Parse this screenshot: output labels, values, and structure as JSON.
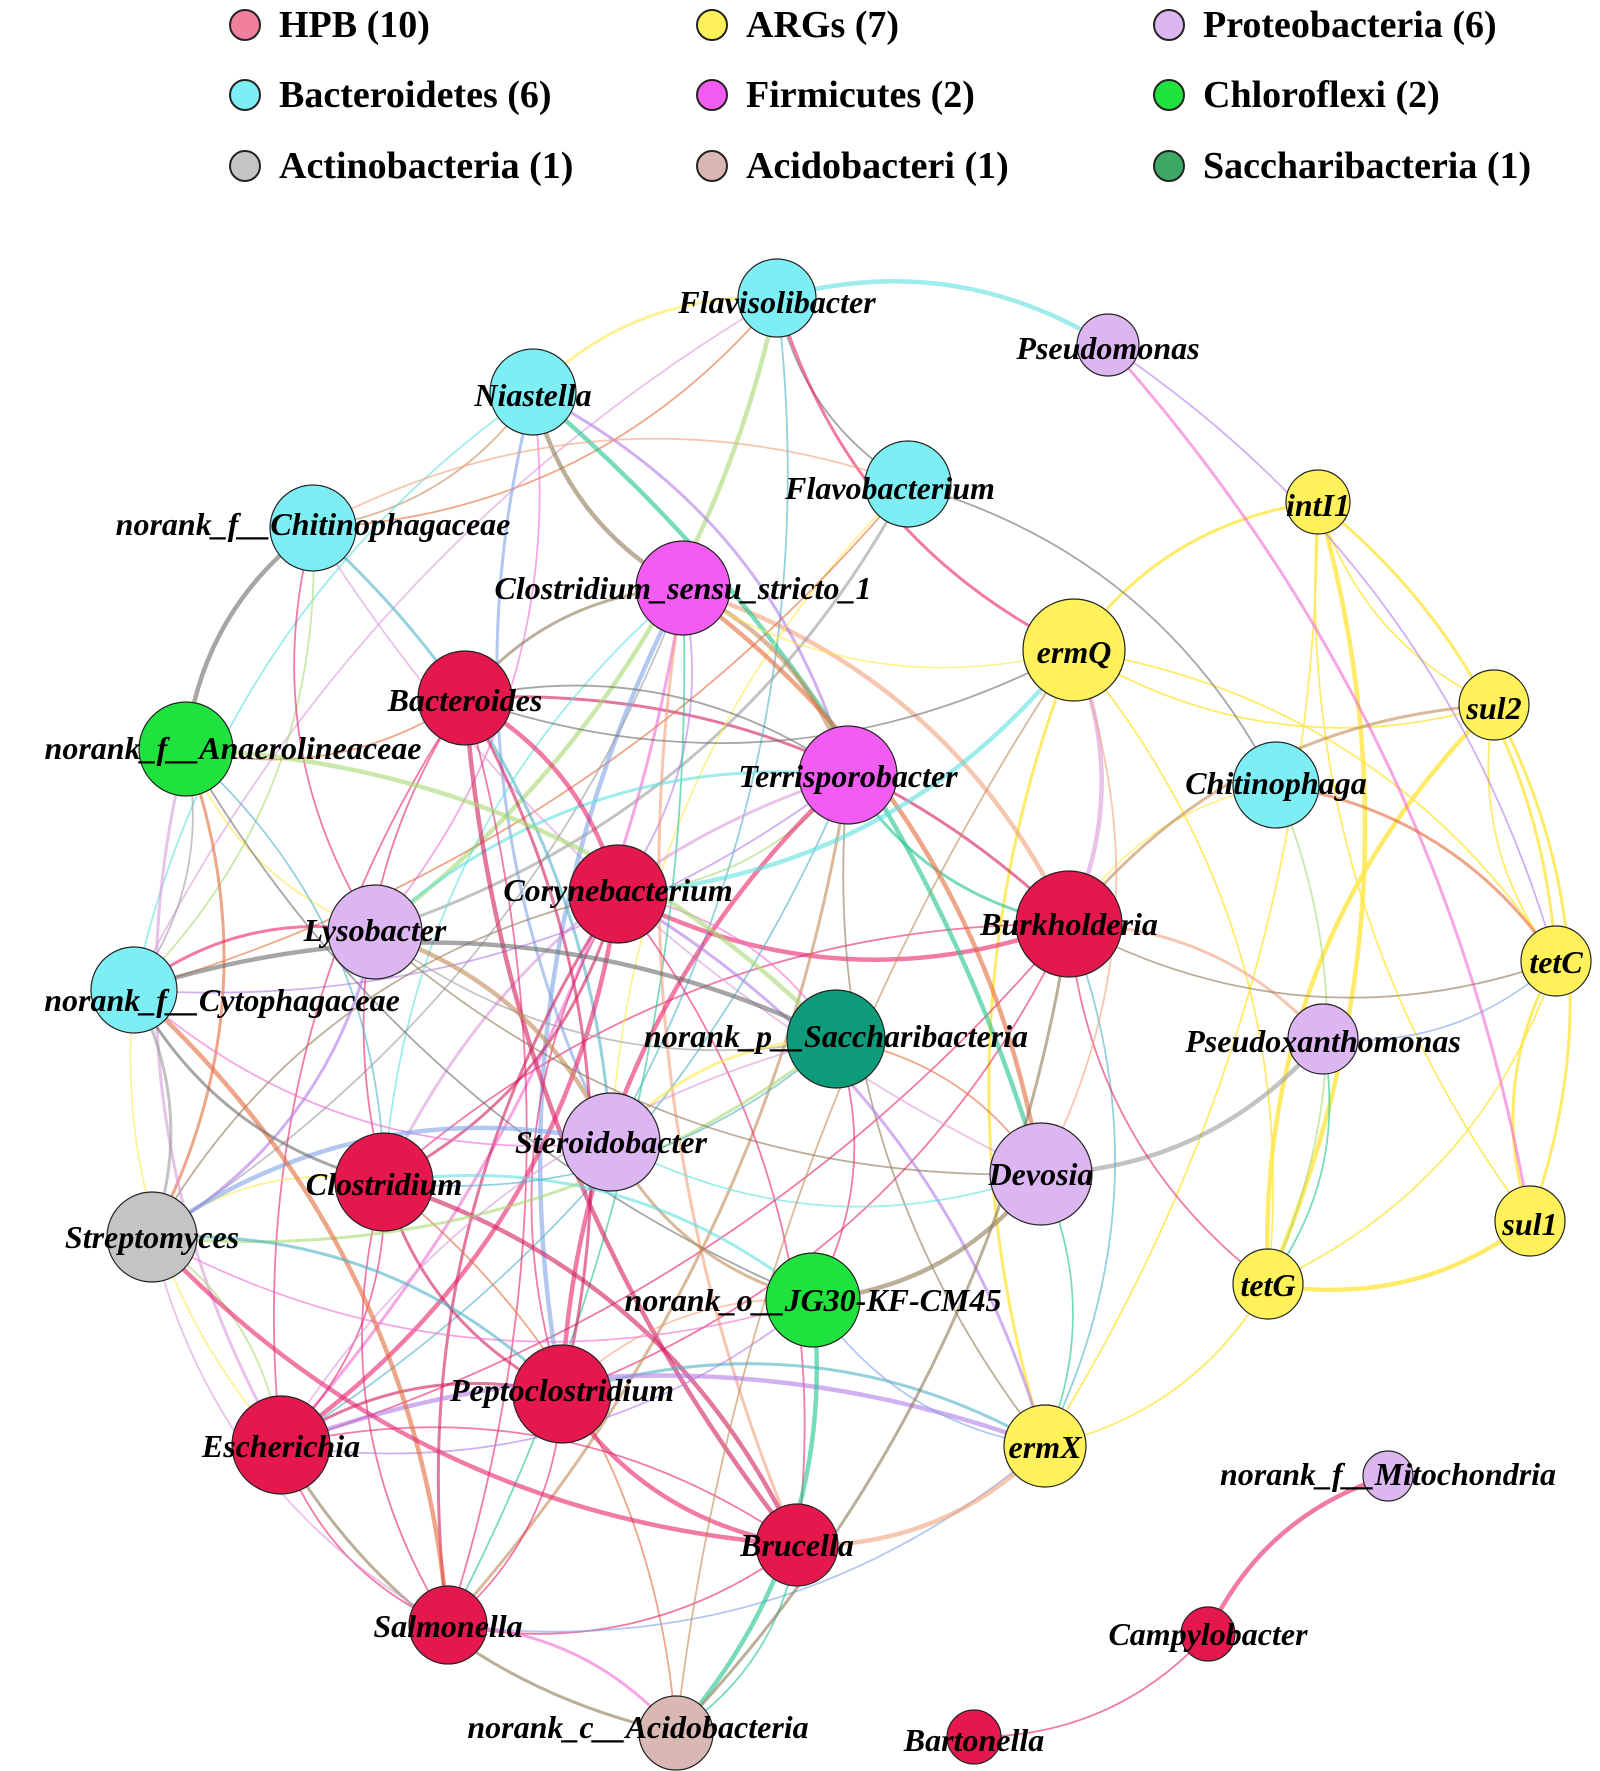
{
  "legend": [
    {
      "id": "hpb",
      "label": "HPB (10)",
      "color": "#ef3b64"
    },
    {
      "id": "args",
      "label": "ARGs (7)",
      "color": "#fff15a"
    },
    {
      "id": "proteobacteria",
      "label": "Proteobacteria (6)",
      "color": "#dcb6f0"
    },
    {
      "id": "bacteroidetes",
      "label": "Bacteroidetes (6)",
      "color": "#7eeef5"
    },
    {
      "id": "firmicutes",
      "label": "Firmicutes (2)",
      "color": "#f25cf2"
    },
    {
      "id": "chloroflexi",
      "label": "Chloroflexi (2)",
      "color": "#1fe23e"
    },
    {
      "id": "actinobacteria",
      "label": "Actinobacteria (1)",
      "color": "#c4c4c4"
    },
    {
      "id": "acidobacteri",
      "label": "Acidobacteri (1)",
      "color": "#d9b7b2"
    },
    {
      "id": "saccharibacteria",
      "label": "Saccharibacteria (1)",
      "color": "#3ea865"
    }
  ],
  "nodes": [
    {
      "id": "flavisolibacter",
      "label": "Flavisolibacter",
      "group": "bacteroidetes"
    },
    {
      "id": "pseudomonas",
      "label": "Pseudomonas",
      "group": "proteobacteria"
    },
    {
      "id": "niastella",
      "label": "Niastella",
      "group": "bacteroidetes"
    },
    {
      "id": "flavobacterium",
      "label": "Flavobacterium",
      "group": "bacteroidetes"
    },
    {
      "id": "intI1",
      "label": "intI1",
      "group": "args"
    },
    {
      "id": "chitinophagaceae",
      "label": "norank_f__Chitinophagaceae",
      "group": "bacteroidetes"
    },
    {
      "id": "clostridium_ss1",
      "label": "Clostridium_sensu_stricto_1",
      "group": "firmicutes"
    },
    {
      "id": "ermQ",
      "label": "ermQ",
      "group": "args"
    },
    {
      "id": "sul2",
      "label": "sul2",
      "group": "args"
    },
    {
      "id": "bacteroides",
      "label": "Bacteroides",
      "group": "hpb"
    },
    {
      "id": "anaerolineaceae",
      "label": "norank_f__Anaerolineaceae",
      "group": "chloroflexi"
    },
    {
      "id": "terrisporobacter",
      "label": "Terrisporobacter",
      "group": "firmicutes"
    },
    {
      "id": "chitinophaga",
      "label": "Chitinophaga",
      "group": "bacteroidetes"
    },
    {
      "id": "corynebacterium",
      "label": "Corynebacterium",
      "group": "hpb"
    },
    {
      "id": "lysobacter",
      "label": "Lysobacter",
      "group": "proteobacteria"
    },
    {
      "id": "burkholderia",
      "label": "Burkholderia",
      "group": "hpb"
    },
    {
      "id": "tetC",
      "label": "tetC",
      "group": "args"
    },
    {
      "id": "cytophagaceae",
      "label": "norank_f__Cytophagaceae",
      "group": "bacteroidetes"
    },
    {
      "id": "saccharibacteria",
      "label": "norank_p__Saccharibacteria",
      "group": "saccharibacteria"
    },
    {
      "id": "pseudoxanthomonas",
      "label": "Pseudoxanthomonas",
      "group": "proteobacteria"
    },
    {
      "id": "steroidobacter",
      "label": "Steroidobacter",
      "group": "proteobacteria"
    },
    {
      "id": "devosia",
      "label": "Devosia",
      "group": "proteobacteria"
    },
    {
      "id": "clostridium",
      "label": "Clostridium",
      "group": "hpb"
    },
    {
      "id": "streptomyces",
      "label": "Streptomyces",
      "group": "actinobacteria"
    },
    {
      "id": "sul1",
      "label": "sul1",
      "group": "args"
    },
    {
      "id": "tetG",
      "label": "tetG",
      "group": "args"
    },
    {
      "id": "jg30",
      "label": "norank_o__JG30-KF-CM45",
      "group": "chloroflexi"
    },
    {
      "id": "peptoclostridium",
      "label": "Peptoclostridium",
      "group": "hpb"
    },
    {
      "id": "escherichia",
      "label": "Escherichia",
      "group": "hpb"
    },
    {
      "id": "ermX",
      "label": "ermX",
      "group": "args"
    },
    {
      "id": "mitochondria",
      "label": "norank_f__Mitochondria",
      "group": "proteobacteria"
    },
    {
      "id": "brucella",
      "label": "Brucella",
      "group": "hpb"
    },
    {
      "id": "salmonella",
      "label": "Salmonella",
      "group": "hpb"
    },
    {
      "id": "campylobacter",
      "label": "Campylobacter",
      "group": "hpb"
    },
    {
      "id": "acidobacteria",
      "label": "norank_c__Acidobacteria",
      "group": "acidobacteri"
    },
    {
      "id": "bartonella",
      "label": "Bartonella",
      "group": "hpb"
    }
  ],
  "edges": [
    [
      "mitochondria",
      "campylobacter"
    ],
    [
      "campylobacter",
      "bartonella"
    ],
    [
      "intI1",
      "sul2"
    ],
    [
      "intI1",
      "tetC"
    ],
    [
      "intI1",
      "sul1"
    ],
    [
      "intI1",
      "tetG"
    ],
    [
      "intI1",
      "ermQ"
    ],
    [
      "intI1",
      "ermX"
    ],
    [
      "sul2",
      "tetC"
    ],
    [
      "sul2",
      "sul1"
    ],
    [
      "sul2",
      "tetG"
    ],
    [
      "sul2",
      "ermQ"
    ],
    [
      "tetC",
      "sul1"
    ],
    [
      "tetC",
      "tetG"
    ],
    [
      "tetC",
      "ermQ"
    ],
    [
      "sul1",
      "tetG"
    ],
    [
      "tetG",
      "ermQ"
    ],
    [
      "tetG",
      "ermX"
    ],
    [
      "ermQ",
      "ermX"
    ],
    [
      "pseudomonas",
      "tetC"
    ],
    [
      "pseudomonas",
      "flavisolibacter"
    ],
    [
      "pseudomonas",
      "sul1"
    ],
    [
      "pseudoxanthomonas",
      "tetC"
    ],
    [
      "pseudoxanthomonas",
      "tetG"
    ],
    [
      "pseudoxanthomonas",
      "burkholderia"
    ],
    [
      "pseudoxanthomonas",
      "devosia"
    ],
    [
      "chitinophaga",
      "burkholderia"
    ],
    [
      "chitinophaga",
      "tetC"
    ],
    [
      "chitinophaga",
      "flavobacterium"
    ],
    [
      "chitinophaga",
      "tetG"
    ],
    [
      "burkholderia",
      "ermQ"
    ],
    [
      "burkholderia",
      "ermX"
    ],
    [
      "burkholderia",
      "tetG"
    ],
    [
      "burkholderia",
      "sul2"
    ],
    [
      "burkholderia",
      "tetC"
    ],
    [
      "burkholderia",
      "corynebacterium"
    ],
    [
      "burkholderia",
      "bacteroides"
    ],
    [
      "burkholderia",
      "escherichia"
    ],
    [
      "burkholderia",
      "clostridium"
    ],
    [
      "burkholderia",
      "terrisporobacter"
    ],
    [
      "burkholderia",
      "clostridium_ss1"
    ],
    [
      "burkholderia",
      "peptoclostridium"
    ],
    [
      "flavisolibacter",
      "niastella"
    ],
    [
      "flavisolibacter",
      "chitinophagaceae"
    ],
    [
      "flavisolibacter",
      "flavobacterium"
    ],
    [
      "flavisolibacter",
      "lysobacter"
    ],
    [
      "flavisolibacter",
      "cytophagaceae"
    ],
    [
      "flavisolibacter",
      "steroidobacter"
    ],
    [
      "flavisolibacter",
      "ermQ"
    ],
    [
      "niastella",
      "chitinophagaceae"
    ],
    [
      "niastella",
      "clostridium_ss1"
    ],
    [
      "niastella",
      "terrisporobacter"
    ],
    [
      "niastella",
      "cytophagaceae"
    ],
    [
      "niastella",
      "lysobacter"
    ],
    [
      "niastella",
      "steroidobacter"
    ],
    [
      "niastella",
      "devosia"
    ],
    [
      "flavobacterium",
      "chitinophagaceae"
    ],
    [
      "flavobacterium",
      "lysobacter"
    ],
    [
      "flavobacterium",
      "steroidobacter"
    ],
    [
      "flavobacterium",
      "cytophagaceae"
    ],
    [
      "chitinophagaceae",
      "anaerolineaceae"
    ],
    [
      "chitinophagaceae",
      "cytophagaceae"
    ],
    [
      "chitinophagaceae",
      "devosia"
    ],
    [
      "chitinophagaceae",
      "steroidobacter"
    ],
    [
      "chitinophagaceae",
      "lysobacter"
    ],
    [
      "clostridium_ss1",
      "terrisporobacter"
    ],
    [
      "clostridium_ss1",
      "bacteroides"
    ],
    [
      "clostridium_ss1",
      "corynebacterium"
    ],
    [
      "clostridium_ss1",
      "clostridium"
    ],
    [
      "clostridium_ss1",
      "escherichia"
    ],
    [
      "clostridium_ss1",
      "peptoclostridium"
    ],
    [
      "clostridium_ss1",
      "salmonella"
    ],
    [
      "clostridium_ss1",
      "brucella"
    ],
    [
      "clostridium_ss1",
      "streptomyces"
    ],
    [
      "clostridium_ss1",
      "ermQ"
    ],
    [
      "clostridium_ss1",
      "devosia"
    ],
    [
      "terrisporobacter",
      "bacteroides"
    ],
    [
      "terrisporobacter",
      "corynebacterium"
    ],
    [
      "terrisporobacter",
      "clostridium"
    ],
    [
      "terrisporobacter",
      "escherichia"
    ],
    [
      "terrisporobacter",
      "peptoclostridium"
    ],
    [
      "terrisporobacter",
      "salmonella"
    ],
    [
      "terrisporobacter",
      "ermX"
    ],
    [
      "terrisporobacter",
      "cytophagaceae"
    ],
    [
      "terrisporobacter",
      "lysobacter"
    ],
    [
      "bacteroides",
      "corynebacterium"
    ],
    [
      "bacteroides",
      "clostridium"
    ],
    [
      "bacteroides",
      "peptoclostridium"
    ],
    [
      "bacteroides",
      "escherichia"
    ],
    [
      "bacteroides",
      "salmonella"
    ],
    [
      "bacteroides",
      "brucella"
    ],
    [
      "bacteroides",
      "anaerolineaceae"
    ],
    [
      "bacteroides",
      "ermQ"
    ],
    [
      "corynebacterium",
      "clostridium"
    ],
    [
      "corynebacterium",
      "peptoclostridium"
    ],
    [
      "corynebacterium",
      "escherichia"
    ],
    [
      "corynebacterium",
      "salmonella"
    ],
    [
      "corynebacterium",
      "brucella"
    ],
    [
      "corynebacterium",
      "streptomyces"
    ],
    [
      "corynebacterium",
      "ermX"
    ],
    [
      "corynebacterium",
      "ermQ"
    ],
    [
      "corynebacterium",
      "saccharibacteria"
    ],
    [
      "clostridium",
      "peptoclostridium"
    ],
    [
      "clostridium",
      "escherichia"
    ],
    [
      "clostridium",
      "salmonella"
    ],
    [
      "clostridium",
      "brucella"
    ],
    [
      "clostridium",
      "streptomyces"
    ],
    [
      "clostridium",
      "acidobacteria"
    ],
    [
      "peptoclostridium",
      "escherichia"
    ],
    [
      "peptoclostridium",
      "salmonella"
    ],
    [
      "peptoclostridium",
      "brucella"
    ],
    [
      "peptoclostridium",
      "ermX"
    ],
    [
      "escherichia",
      "salmonella"
    ],
    [
      "escherichia",
      "brucella"
    ],
    [
      "escherichia",
      "acidobacteria"
    ],
    [
      "escherichia",
      "ermX"
    ],
    [
      "salmonella",
      "brucella"
    ],
    [
      "salmonella",
      "acidobacteria"
    ],
    [
      "salmonella",
      "ermX"
    ],
    [
      "brucella",
      "acidobacteria"
    ],
    [
      "brucella",
      "ermX"
    ],
    [
      "anaerolineaceae",
      "cytophagaceae"
    ],
    [
      "anaerolineaceae",
      "lysobacter"
    ],
    [
      "anaerolineaceae",
      "streptomyces"
    ],
    [
      "anaerolineaceae",
      "jg30"
    ],
    [
      "anaerolineaceae",
      "saccharibacteria"
    ],
    [
      "anaerolineaceae",
      "escherichia"
    ],
    [
      "anaerolineaceae",
      "clostridium"
    ],
    [
      "jg30",
      "saccharibacteria"
    ],
    [
      "jg30",
      "steroidobacter"
    ],
    [
      "jg30",
      "devosia"
    ],
    [
      "jg30",
      "escherichia"
    ],
    [
      "jg30",
      "clostridium"
    ],
    [
      "jg30",
      "streptomyces"
    ],
    [
      "jg30",
      "ermX"
    ],
    [
      "jg30",
      "acidobacteria"
    ],
    [
      "jg30",
      "peptoclostridium"
    ],
    [
      "saccharibacteria",
      "lysobacter"
    ],
    [
      "saccharibacteria",
      "steroidobacter"
    ],
    [
      "saccharibacteria",
      "devosia"
    ],
    [
      "saccharibacteria",
      "cytophagaceae"
    ],
    [
      "saccharibacteria",
      "streptomyces"
    ],
    [
      "saccharibacteria",
      "escherichia"
    ],
    [
      "saccharibacteria",
      "clostridium"
    ],
    [
      "lysobacter",
      "cytophagaceae"
    ],
    [
      "lysobacter",
      "steroidobacter"
    ],
    [
      "lysobacter",
      "devosia"
    ],
    [
      "lysobacter",
      "streptomyces"
    ],
    [
      "steroidobacter",
      "devosia"
    ],
    [
      "steroidobacter",
      "cytophagaceae"
    ],
    [
      "steroidobacter",
      "streptomyces"
    ],
    [
      "devosia",
      "ermX"
    ],
    [
      "devosia",
      "ermQ"
    ],
    [
      "cytophagaceae",
      "streptomyces"
    ],
    [
      "cytophagaceae",
      "escherichia"
    ],
    [
      "cytophagaceae",
      "salmonella"
    ],
    [
      "cytophagaceae",
      "clostridium"
    ],
    [
      "streptomyces",
      "escherichia"
    ],
    [
      "streptomyces",
      "salmonella"
    ],
    [
      "streptomyces",
      "peptoclostridium"
    ],
    [
      "streptomyces",
      "brucella"
    ],
    [
      "acidobacteria",
      "ermQ"
    ],
    [
      "acidobacteria",
      "burkholderia"
    ]
  ]
}
